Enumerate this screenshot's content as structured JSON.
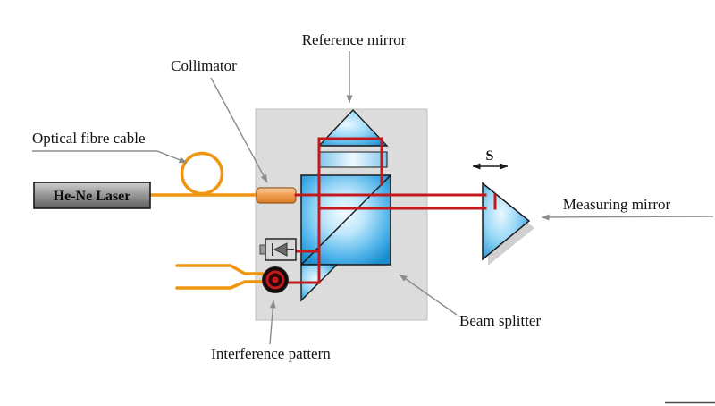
{
  "diagram": {
    "labels": {
      "reference_mirror": "Reference mirror",
      "collimator": "Collimator",
      "optical_fibre_cable": "Optical fibre cable",
      "laser": "He-Ne Laser",
      "displacement": "S",
      "measuring_mirror": "Measuring mirror",
      "beam_splitter": "Beam splitter",
      "interference_pattern": "Interference pattern"
    },
    "colors": {
      "beam": "#c3191c",
      "fibre": "#ef950f",
      "panel": "#dcdcdc",
      "panel_border": "#bfbfbf",
      "leader": "#8c8c8c",
      "text": "#111111"
    }
  }
}
